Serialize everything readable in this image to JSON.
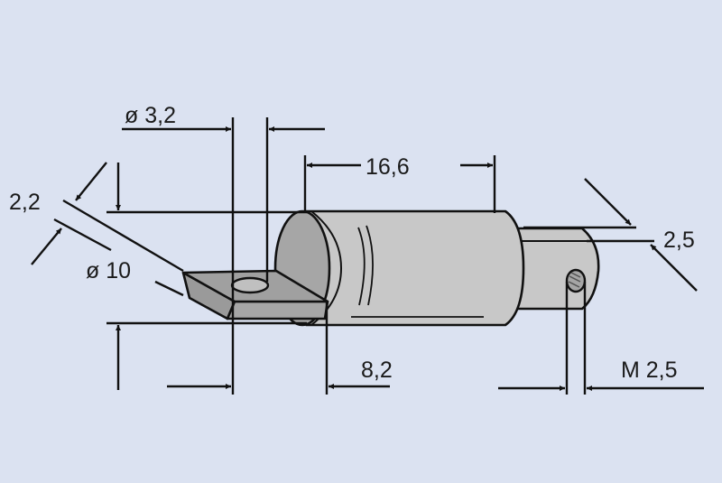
{
  "colors": {
    "background": "#dbe2f1",
    "body": "#c8c8c8",
    "body_dark": "#a6a6a6",
    "line": "#111111"
  },
  "dimensions": {
    "hole_diameter": "ø 3,2",
    "body_length": "16,6",
    "lug_thickness": "2,2",
    "body_diameter": "ø 10",
    "lug_offset": "8,2",
    "shaft_offset": "2,5",
    "thread": "M 2,5"
  }
}
